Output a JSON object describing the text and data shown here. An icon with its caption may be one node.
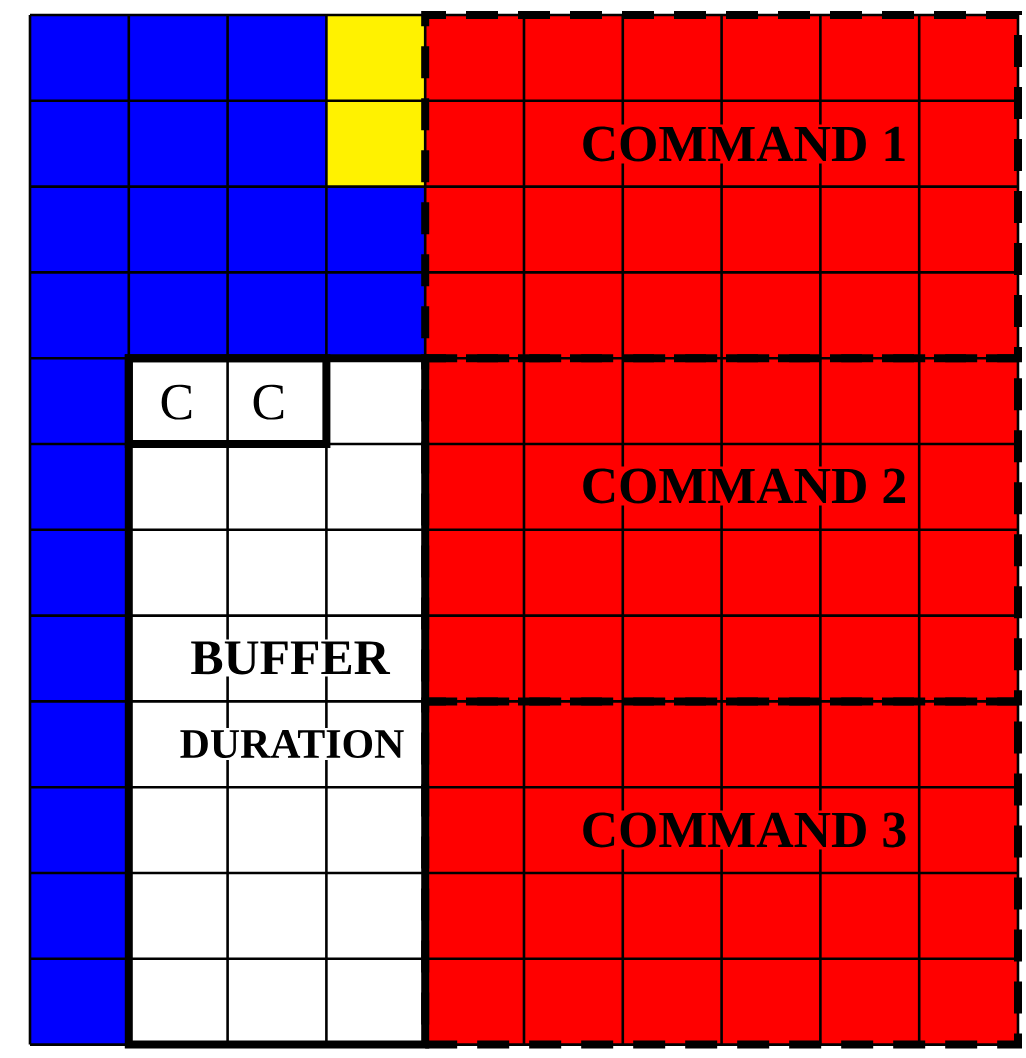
{
  "diagram": {
    "nodes": [
      {
        "text": [
          "COMMAND 1"
        ]
      },
      {
        "text": [
          "COMMAND 2"
        ]
      },
      {
        "text": [
          "COMMAND 3"
        ]
      },
      {
        "text": [
          "BUFFER",
          "DURATION"
        ]
      },
      {
        "text": [
          "C",
          "C"
        ],
        "in": 3
      }
    ]
  }
}
